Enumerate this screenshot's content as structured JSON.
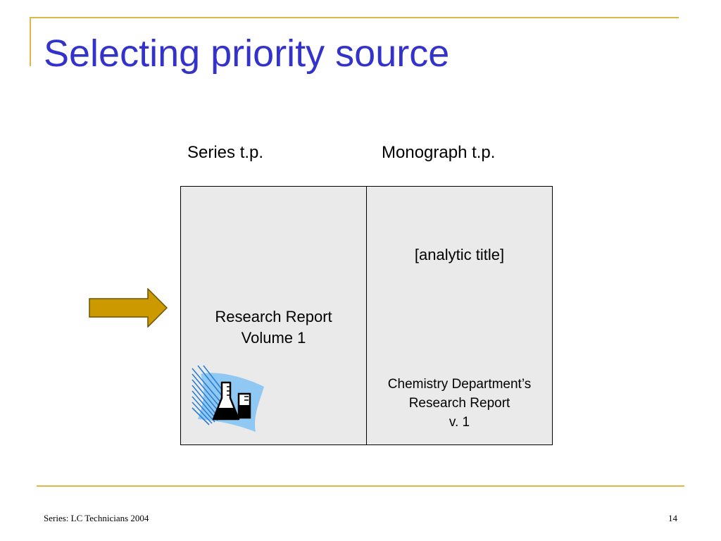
{
  "slide": {
    "title": "Selecting priority source",
    "accent_color": "#e0b64c",
    "title_color": "#3333cc"
  },
  "columns": {
    "series_label": "Series t.p.",
    "monograph_label": "Monograph t.p."
  },
  "series_panel": {
    "lines": [
      "Research Report",
      "Volume 1"
    ],
    "clipart_icon": "lab-flask-beaker-icon"
  },
  "monograph_panel": {
    "analytic_title": "[analytic title]",
    "lines": [
      "Chemistry Department’s",
      "Research Report",
      "v. 1"
    ]
  },
  "pointer": {
    "icon": "right-arrow-icon",
    "color": "#cc9900"
  },
  "footer": {
    "left": "Series: LC Technicians 2004",
    "page_number": "14"
  }
}
